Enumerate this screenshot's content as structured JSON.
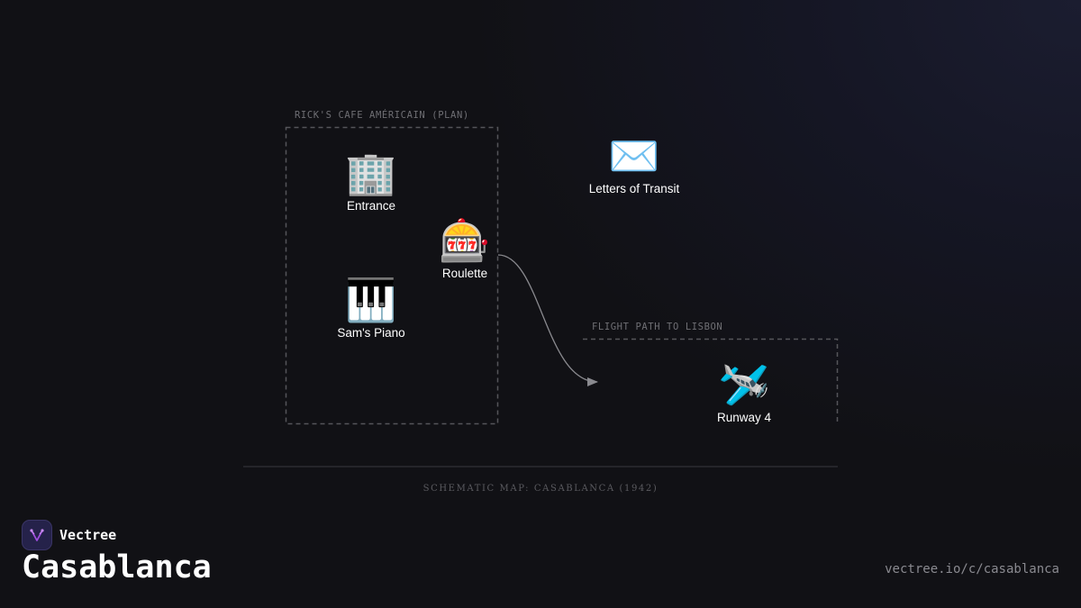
{
  "regions": {
    "cafe": {
      "label": "RICK'S CAFE AMÉRICAIN (PLAN)"
    },
    "flight": {
      "label": "FLIGHT PATH TO LISBON"
    }
  },
  "nodes": {
    "entrance": {
      "icon": "office-building-icon",
      "glyph": "🏢",
      "label": "Entrance"
    },
    "roulette": {
      "icon": "slot-machine-icon",
      "glyph": "🎰",
      "label": "Roulette"
    },
    "piano": {
      "icon": "piano-keys-icon",
      "glyph": "🎹",
      "label": "Sam's Piano"
    },
    "letters": {
      "icon": "envelope-icon",
      "glyph": "✉️",
      "label": "Letters of Transit"
    },
    "runway": {
      "icon": "airplane-icon",
      "glyph": "🛩️",
      "label": "Runway 4"
    }
  },
  "caption": "SCHEMATIC MAP: CASABLANCA (1942)",
  "brand": {
    "name": "Vectree",
    "logo_icon": "vectree-logo-icon",
    "accent": "#a04ee0"
  },
  "title": "Casablanca",
  "url": "vectree.io/c/casablanca",
  "colors": {
    "background": "#111115",
    "dashed_border": "#55555a",
    "connector": "#8a8a8f",
    "text": "#ffffff"
  }
}
